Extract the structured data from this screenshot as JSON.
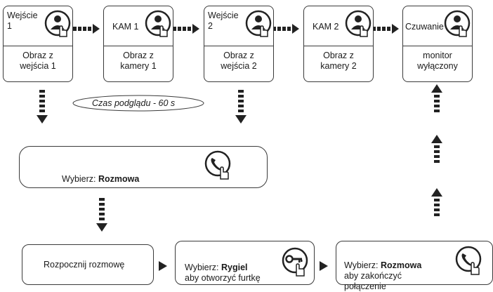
{
  "flow_boxes": [
    {
      "title": "Wejście\n1",
      "desc": "Obraz z\nwejścia 1"
    },
    {
      "title": "KAM 1",
      "desc": "Obraz z\nkamery 1"
    },
    {
      "title": "Wejście\n2",
      "desc": "Obraz z\nwejścia 2"
    },
    {
      "title": "KAM 2",
      "desc": "Obraz z\nkamery 2"
    },
    {
      "title": "Czuwanie",
      "desc": "monitor\nwyłączony"
    }
  ],
  "preview_time": "Czas podglądu  - 60 s",
  "select_call": {
    "prefix": "Wybierz: ",
    "bold": "Rozmowa"
  },
  "start_call": "Rozpocznij rozmowę",
  "select_lock": {
    "prefix": "Wybierz: ",
    "bold": "Rygiel",
    "suffix": "aby otworzyć furtkę"
  },
  "end_call": {
    "prefix": "Wybierz: ",
    "bold": "Rozmowa",
    "suffix": "aby zakończyć\npołączenie"
  },
  "icons": {
    "person": "person-touch-icon",
    "handset": "handset-touch-icon",
    "key": "key-touch-icon",
    "arrow": "dashed-arrow-icon"
  },
  "colors": {
    "stroke": "#3a3a3a",
    "arrow": "#222222"
  }
}
